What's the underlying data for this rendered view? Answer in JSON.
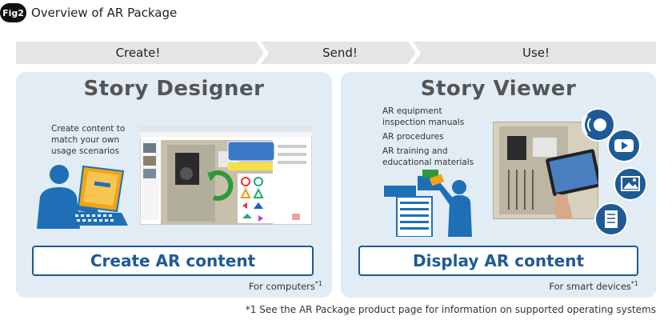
{
  "figure": {
    "badge": "Fig2",
    "title": "Overview of AR Package"
  },
  "flow": [
    {
      "label": "Create!"
    },
    {
      "label": "Send!"
    },
    {
      "label": "Use!"
    }
  ],
  "left_panel": {
    "title": "Story Designer",
    "description": "Create content to match your own usage scenarios",
    "action": "Create AR content",
    "for_text": "For computers",
    "for_sup": "*1"
  },
  "right_panel": {
    "title": "Story Viewer",
    "items": [
      "AR equipment inspection manuals",
      "AR procedures",
      "AR training and educational materials"
    ],
    "action": "Display AR content",
    "for_text": "For smart devices",
    "for_sup": "*1"
  },
  "footnote": "*1 See the AR Package product page for information on supported operating systems",
  "colors": {
    "accent": "#1e5a96",
    "panel_bg": "#e1ecf5",
    "flow_bg": "#e5e5e5"
  }
}
